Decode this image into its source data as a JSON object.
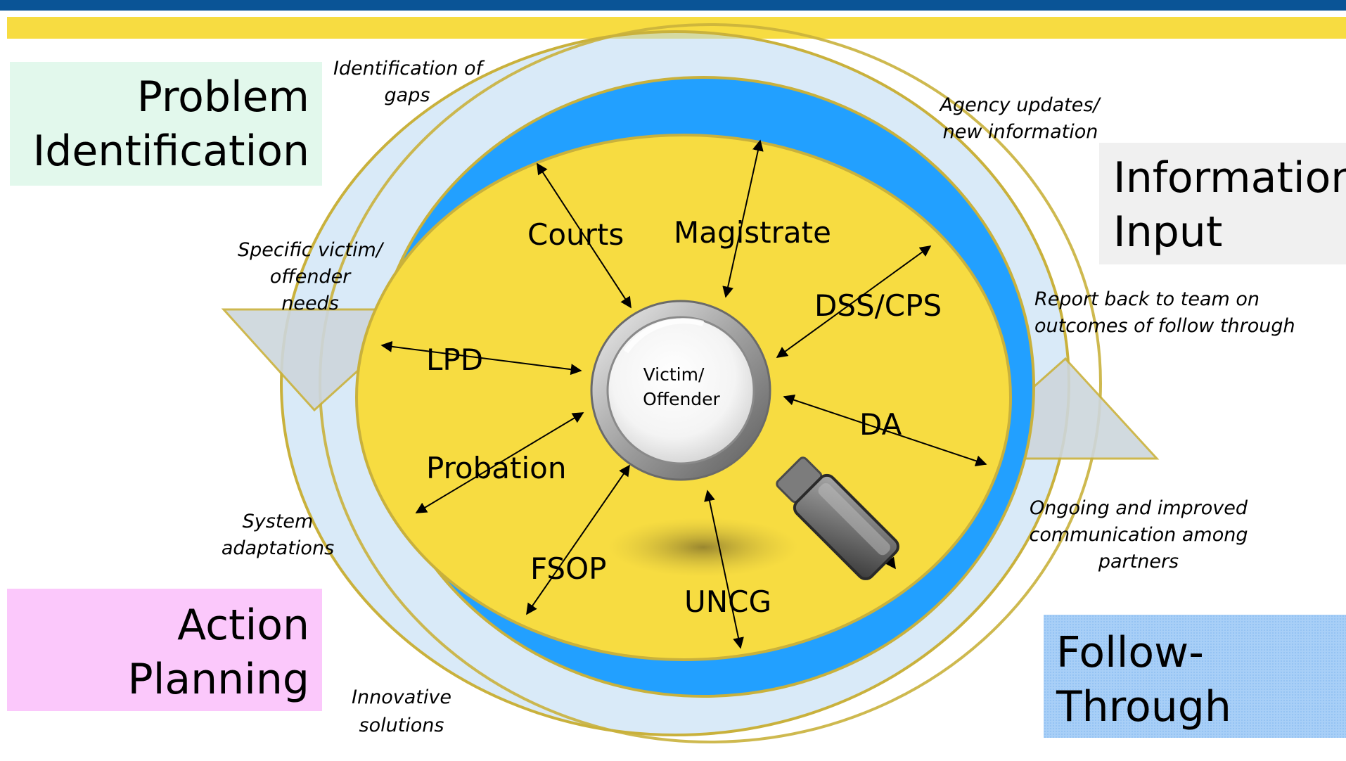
{
  "stages": {
    "problem_identification": [
      "Problem",
      "Identification"
    ],
    "information_input": [
      "Information",
      "Input"
    ],
    "action_planning": [
      "Action",
      "Planning"
    ],
    "follow_through": [
      "Follow-",
      "Through"
    ]
  },
  "cycle_notes": {
    "identification_of_gaps": [
      "Identification of",
      "gaps"
    ],
    "agency_updates": [
      "Agency updates/",
      "new information"
    ],
    "specific_needs": [
      "Specific victim/",
      "offender",
      "needs"
    ],
    "report_back": [
      "Report back to team on",
      "outcomes of follow through"
    ],
    "system_adaptations": [
      "System",
      "adaptations"
    ],
    "ongoing_communication": [
      "Ongoing and improved",
      "communication among",
      "partners"
    ],
    "innovative_solutions": [
      "Innovative",
      "solutions"
    ]
  },
  "agencies": {
    "courts": "Courts",
    "magistrate": "Magistrate",
    "dss_cps": "DSS/CPS",
    "lpd": "LPD",
    "da": "DA",
    "probation": "Probation",
    "fsop": "FSOP",
    "uncg": "UNCG"
  },
  "center": [
    "Victim/",
    "Offender"
  ],
  "colors": {
    "header_blue": "#0a5496",
    "header_gold": "#f7dc41",
    "ring_blue": "#22a0ff",
    "core_yellow": "#f7dc41",
    "outline_olive": "#c9b13c"
  }
}
